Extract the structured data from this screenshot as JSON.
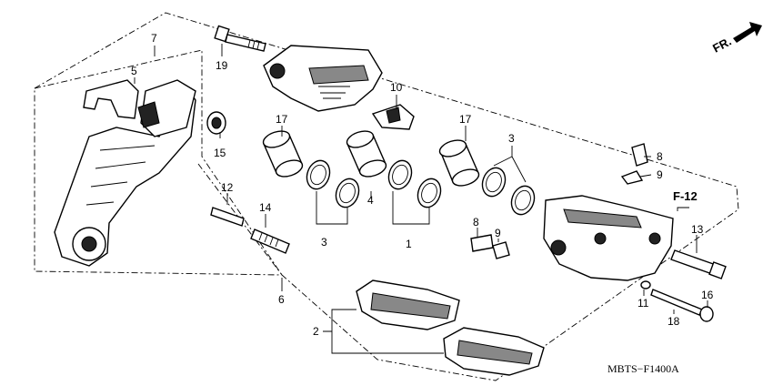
{
  "callouts": [
    "7",
    "5",
    "19",
    "10",
    "15",
    "17",
    "17",
    "3",
    "8",
    "9",
    "F-12",
    "12",
    "14",
    "3",
    "4",
    "1",
    "8",
    "9",
    "13",
    "6",
    "11",
    "16",
    "18",
    "2"
  ],
  "direction_label": "FR.",
  "diagram_code": "MBTS−F1400A"
}
